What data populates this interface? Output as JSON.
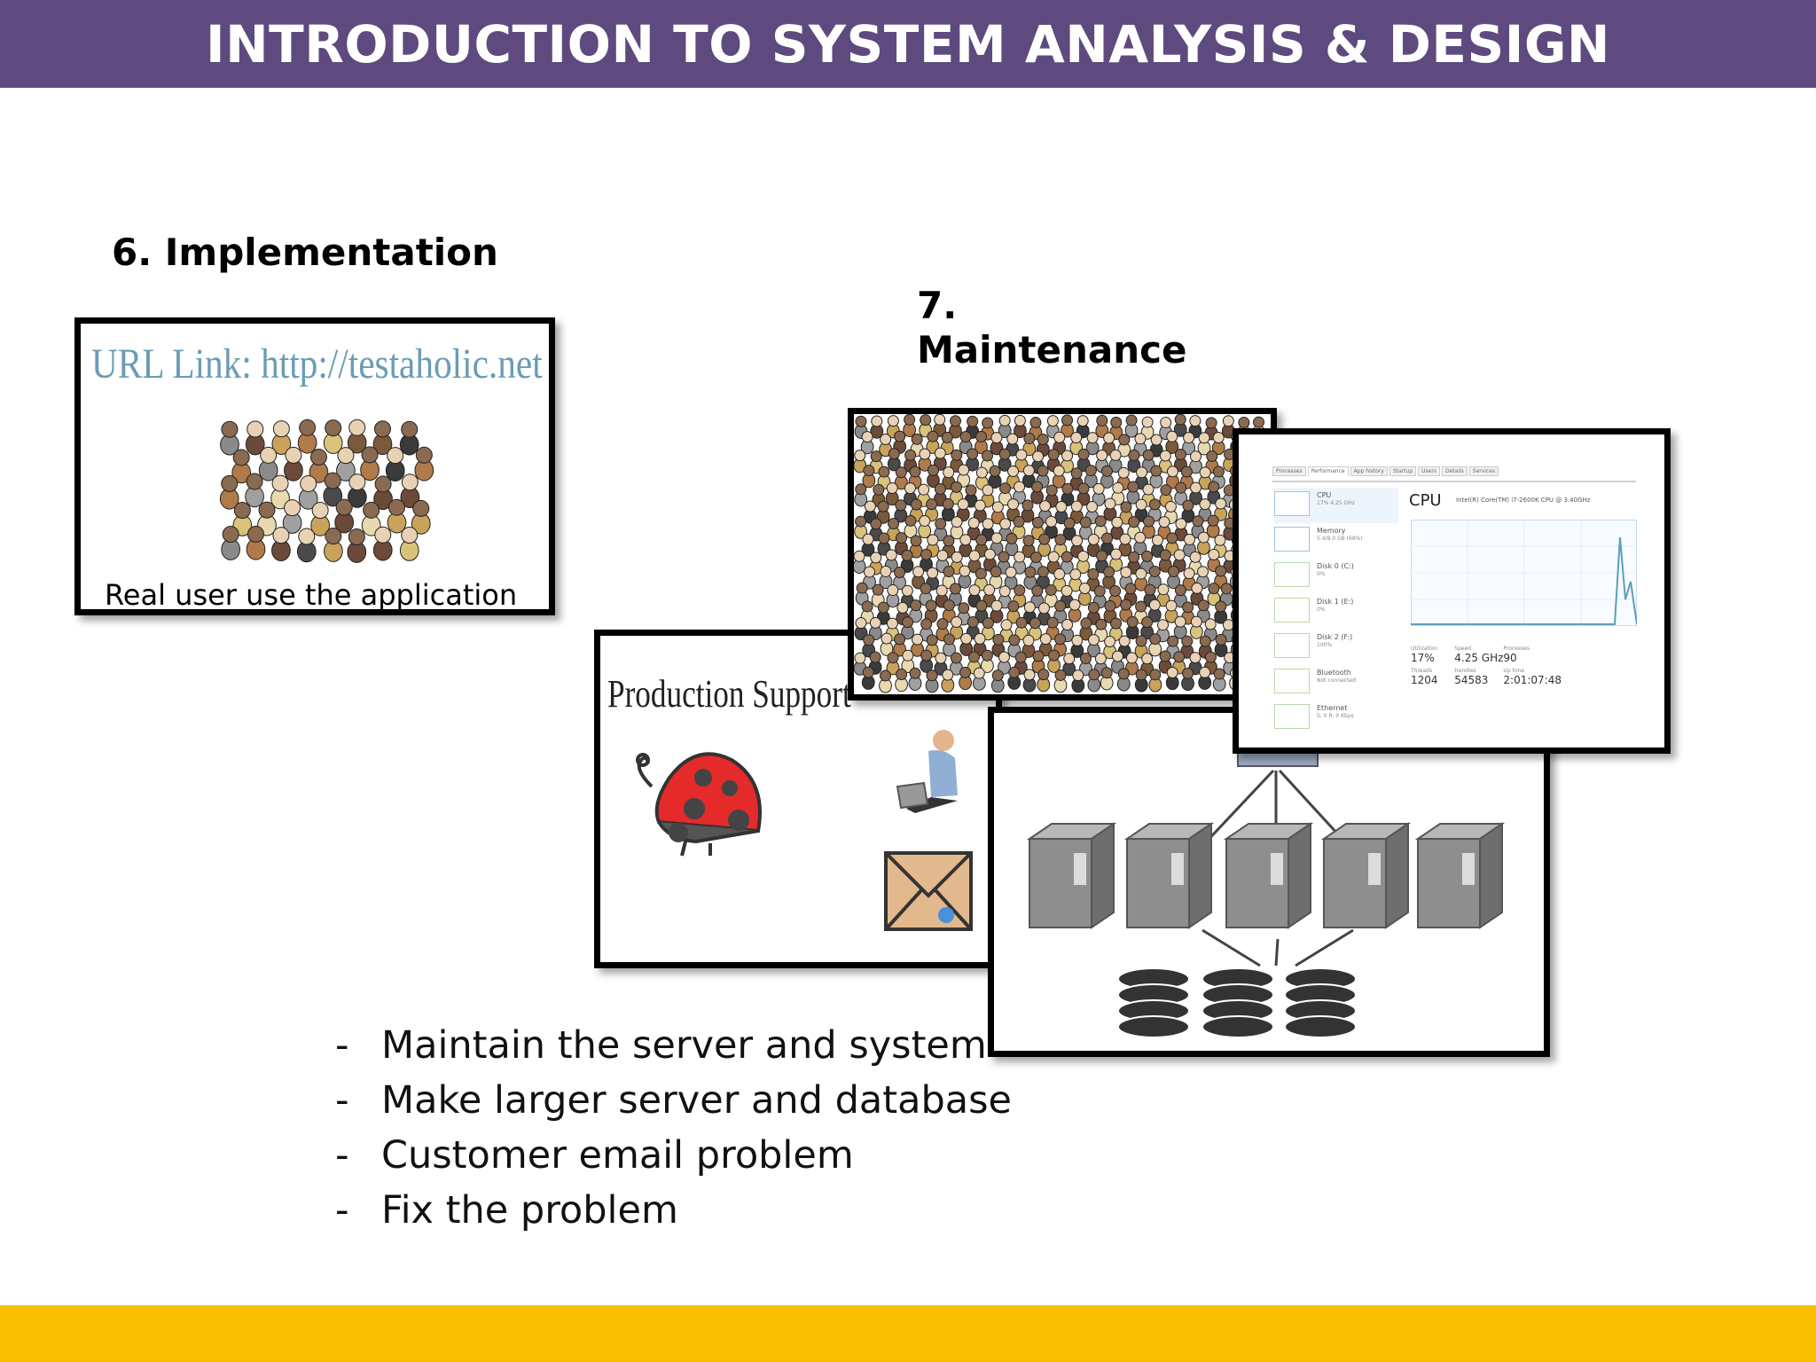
{
  "slide": {
    "title": "INTRODUCTION TO SYSTEM ANALYSIS & DESIGN",
    "colors": {
      "header": "#5e4a7e",
      "footer": "#fbbf00"
    }
  },
  "implementation": {
    "heading": "6. Implementation",
    "url_text": "URL Link: http://testaholic.net",
    "caption": "Real user use the application"
  },
  "maintenance": {
    "heading_number": "7.",
    "heading_label": "Maintenance",
    "production_support_label": "Production Support",
    "task_manager": {
      "tabs": [
        "Processes",
        "Performance",
        "App history",
        "Startup",
        "Users",
        "Details",
        "Services"
      ],
      "panel_title": "CPU",
      "cpu_model": "Intel(R) Core(TM) i7-2600K CPU @ 3.40GHz",
      "side_items": [
        {
          "name": "CPU",
          "value": "17% 4.25 GHz"
        },
        {
          "name": "Memory",
          "value": "5.4/8.0 GB (68%)"
        },
        {
          "name": "Disk 0 (C:)",
          "value": "0%"
        },
        {
          "name": "Disk 1 (E:)",
          "value": "0%"
        },
        {
          "name": "Disk 2 (F:)",
          "value": "100%"
        },
        {
          "name": "Bluetooth",
          "value": "Not connected"
        },
        {
          "name": "Ethernet",
          "value": "S: 0 R: 0 Kbps"
        }
      ],
      "stats": [
        {
          "label": "Utilization",
          "value": "17%"
        },
        {
          "label": "Speed",
          "value": "4.25 GHz"
        },
        {
          "label": "Processes",
          "value": "90"
        },
        {
          "label": "Threads",
          "value": "1204"
        },
        {
          "label": "Handles",
          "value": "54583"
        },
        {
          "label": "Up time",
          "value": "2:01:07:48"
        }
      ]
    },
    "bullets": [
      "Maintain the server and system",
      "Make larger server and database",
      "Customer email problem",
      "Fix the problem"
    ],
    "bullet_marker": "-"
  }
}
